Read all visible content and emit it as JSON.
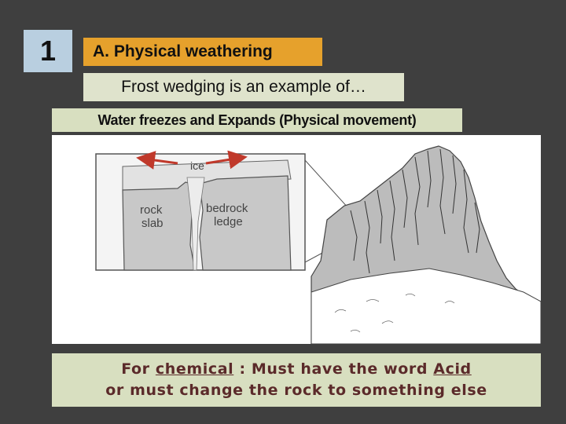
{
  "slide": {
    "number": "1",
    "section_title": "A.  Physical weathering",
    "subtitle": "Frost wedging is an example of…",
    "caption": "Water freezes and Expands (Physical movement)"
  },
  "diagram": {
    "labels": {
      "ice": "ice",
      "rock_slab_1": "rock",
      "rock_slab_2": "slab",
      "bedrock_1": "bedrock",
      "bedrock_2": "ledge"
    },
    "arrow_color": "#c0392b"
  },
  "note": {
    "line1_pre": "For ",
    "line1_word1": "chemical",
    "line1_mid": " : Must have the word ",
    "line1_word2": "Acid",
    "line2": "or must change the rock to something else"
  },
  "colors": {
    "background": "#3f3f3f",
    "number_box": "#b9cfe0",
    "title_box": "#e6a12c",
    "text_box": "#d8dfc0",
    "note_text": "#5b2a2a"
  }
}
